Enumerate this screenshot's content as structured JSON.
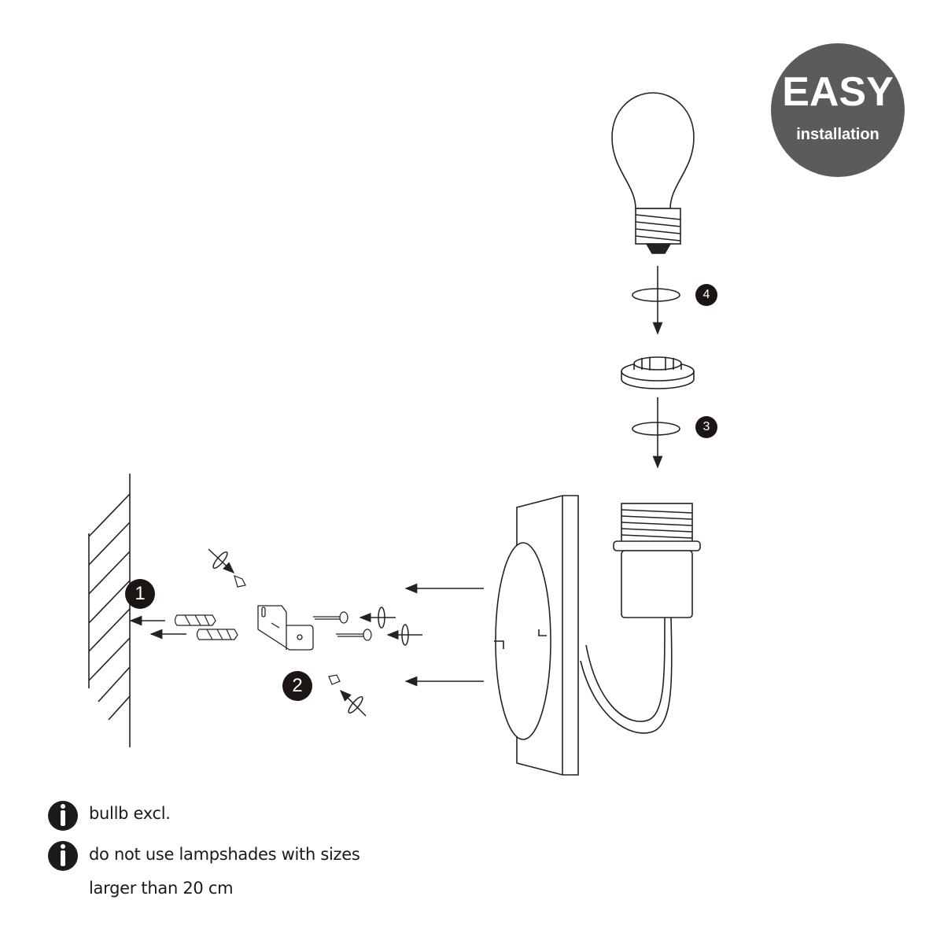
{
  "badge": {
    "title": "EASY",
    "subtitle": "installation",
    "color": "#5b5b5b"
  },
  "steps": {
    "s1": "1",
    "s2": "2",
    "s3": "3",
    "s4": "4"
  },
  "notes": [
    {
      "icon": "info-icon",
      "text": "bullb excl."
    },
    {
      "icon": "info-icon",
      "text": "do not use lampshades with sizes"
    },
    {
      "icon": "",
      "text": "larger than 20 cm"
    }
  ]
}
